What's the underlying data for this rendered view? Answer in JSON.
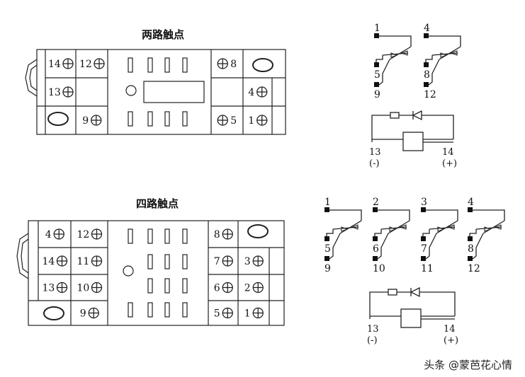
{
  "top_section": {
    "title": "两路触点",
    "left_pins": [
      {
        "label": "14",
        "row": 0,
        "col": 0
      },
      {
        "label": "12",
        "row": 0,
        "col": 1
      },
      {
        "label": "13",
        "row": 1,
        "col": 0
      },
      {
        "label": "9",
        "row": 2,
        "col": 1
      }
    ],
    "right_pins": [
      {
        "label": "8",
        "row": 0,
        "col": 0,
        "side": "left"
      },
      {
        "label": "4",
        "row": 1,
        "col": 1,
        "side": "right"
      },
      {
        "label": "5",
        "row": 2,
        "col": 0,
        "side": "left"
      },
      {
        "label": "1",
        "row": 2,
        "col": 1,
        "side": "right"
      }
    ],
    "contacts": [
      {
        "common": "1",
        "nc": "5",
        "no": "9"
      },
      {
        "common": "4",
        "nc": "8",
        "no": "12"
      }
    ],
    "coil": {
      "neg": "13",
      "neg_sign": "(-)",
      "pos": "14",
      "pos_sign": "(+)"
    }
  },
  "bottom_section": {
    "title": "四路触点",
    "left_pins": [
      {
        "label": "4",
        "row": 0,
        "col": 0
      },
      {
        "label": "12",
        "row": 0,
        "col": 1
      },
      {
        "label": "14",
        "row": 1,
        "col": 0
      },
      {
        "label": "11",
        "row": 1,
        "col": 1
      },
      {
        "label": "13",
        "row": 2,
        "col": 0
      },
      {
        "label": "10",
        "row": 2,
        "col": 1
      },
      {
        "label": "9",
        "row": 3,
        "col": 1
      }
    ],
    "right_pins": [
      {
        "label": "8",
        "row": 0,
        "col": 0,
        "side": "right"
      },
      {
        "label": "7",
        "row": 1,
        "col": 0,
        "side": "right"
      },
      {
        "label": "3",
        "row": 1,
        "col": 1,
        "side": "right"
      },
      {
        "label": "6",
        "row": 2,
        "col": 0,
        "side": "right"
      },
      {
        "label": "2",
        "row": 2,
        "col": 1,
        "side": "right"
      },
      {
        "label": "5",
        "row": 3,
        "col": 0,
        "side": "right"
      },
      {
        "label": "1",
        "row": 3,
        "col": 1,
        "side": "right"
      }
    ],
    "contacts": [
      {
        "common": "1",
        "nc": "5",
        "no": "9"
      },
      {
        "common": "2",
        "nc": "6",
        "no": "10"
      },
      {
        "common": "3",
        "nc": "7",
        "no": "11"
      },
      {
        "common": "4",
        "nc": "8",
        "no": "12"
      }
    ],
    "coil": {
      "neg": "13",
      "neg_sign": "(-)",
      "pos": "14",
      "pos_sign": "(+)"
    }
  },
  "watermark": "头条 @蒙芭花心情"
}
